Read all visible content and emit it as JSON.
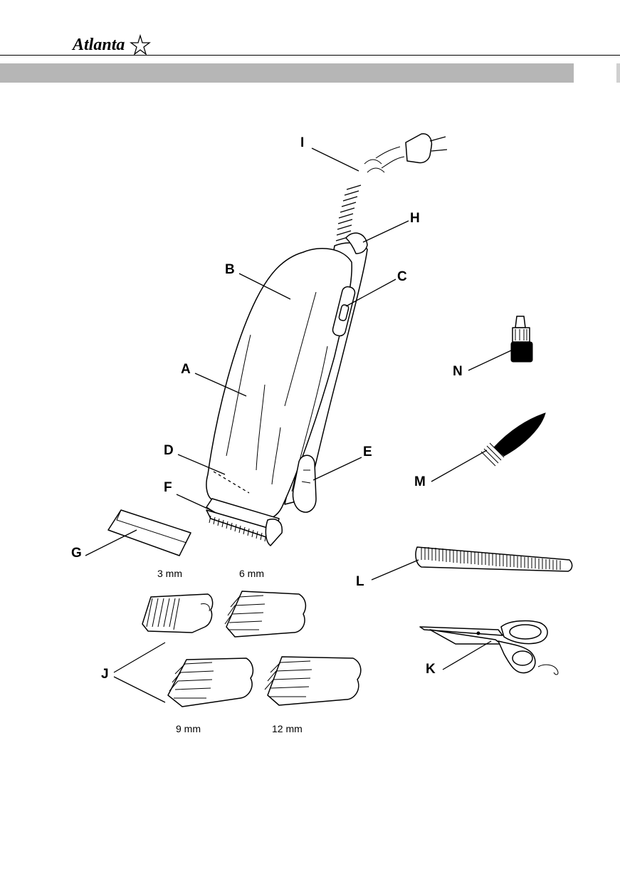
{
  "brand": {
    "logo_text": "Atlanta"
  },
  "callouts": {
    "A": "A",
    "B": "B",
    "C": "C",
    "D": "D",
    "E": "E",
    "F": "F",
    "G": "G",
    "H": "H",
    "I": "I",
    "J": "J",
    "K": "K",
    "L": "L",
    "M": "M",
    "N": "N"
  },
  "attachments": {
    "size_3": "3 mm",
    "size_6": "6 mm",
    "size_9": "9 mm",
    "size_12": "12 mm"
  },
  "colors": {
    "ink": "#000000",
    "band": "#b6b6b6",
    "paper": "#ffffff"
  },
  "icons": [
    "star-logo-icon"
  ]
}
